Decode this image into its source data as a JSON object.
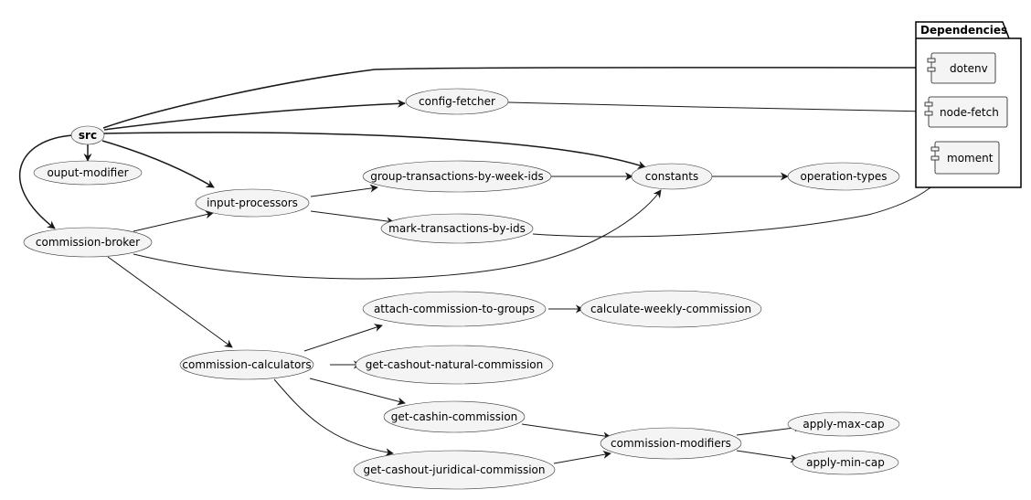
{
  "root": "src",
  "nodes": {
    "ouput_modifier": "ouput-modifier",
    "commission_broker": "commission-broker",
    "input_processors": "input-processors",
    "config_fetcher": "config-fetcher",
    "group_transactions": "group-transactions-by-week-ids",
    "mark_transactions": "mark-transactions-by-ids",
    "constants": "constants",
    "operation_types": "operation-types",
    "attach_commission": "attach-commission-to-groups",
    "calculate_weekly": "calculate-weekly-commission",
    "commission_calculators": "commission-calculators",
    "get_cashout_natural": "get-cashout-natural-commission",
    "get_cashin": "get-cashin-commission",
    "get_cashout_juridical": "get-cashout-juridical-commission",
    "commission_modifiers": "commission-modifiers",
    "apply_max_cap": "apply-max-cap",
    "apply_min_cap": "apply-min-cap"
  },
  "package": {
    "title": "Dependencies",
    "components": {
      "dotenv": "dotenv",
      "node_fetch": "node-fetch",
      "moment": "moment"
    }
  },
  "edges": [
    [
      "src",
      "ouput-modifier"
    ],
    [
      "src",
      "commission-broker"
    ],
    [
      "src",
      "input-processors"
    ],
    [
      "src",
      "config-fetcher"
    ],
    [
      "src",
      "constants"
    ],
    [
      "src",
      "dotenv"
    ],
    [
      "config-fetcher",
      "node-fetch"
    ],
    [
      "input-processors",
      "group-transactions-by-week-ids"
    ],
    [
      "input-processors",
      "mark-transactions-by-ids"
    ],
    [
      "group-transactions-by-week-ids",
      "constants"
    ],
    [
      "mark-transactions-by-ids",
      "moment"
    ],
    [
      "constants",
      "operation-types"
    ],
    [
      "commission-broker",
      "input-processors"
    ],
    [
      "commission-broker",
      "constants"
    ],
    [
      "commission-broker",
      "commission-calculators"
    ],
    [
      "commission-calculators",
      "attach-commission-to-groups"
    ],
    [
      "commission-calculators",
      "get-cashout-natural-commission"
    ],
    [
      "commission-calculators",
      "get-cashin-commission"
    ],
    [
      "commission-calculators",
      "get-cashout-juridical-commission"
    ],
    [
      "attach-commission-to-groups",
      "calculate-weekly-commission"
    ],
    [
      "get-cashin-commission",
      "commission-modifiers"
    ],
    [
      "get-cashout-juridical-commission",
      "commission-modifiers"
    ],
    [
      "commission-modifiers",
      "apply-max-cap"
    ],
    [
      "commission-modifiers",
      "apply-min-cap"
    ]
  ]
}
